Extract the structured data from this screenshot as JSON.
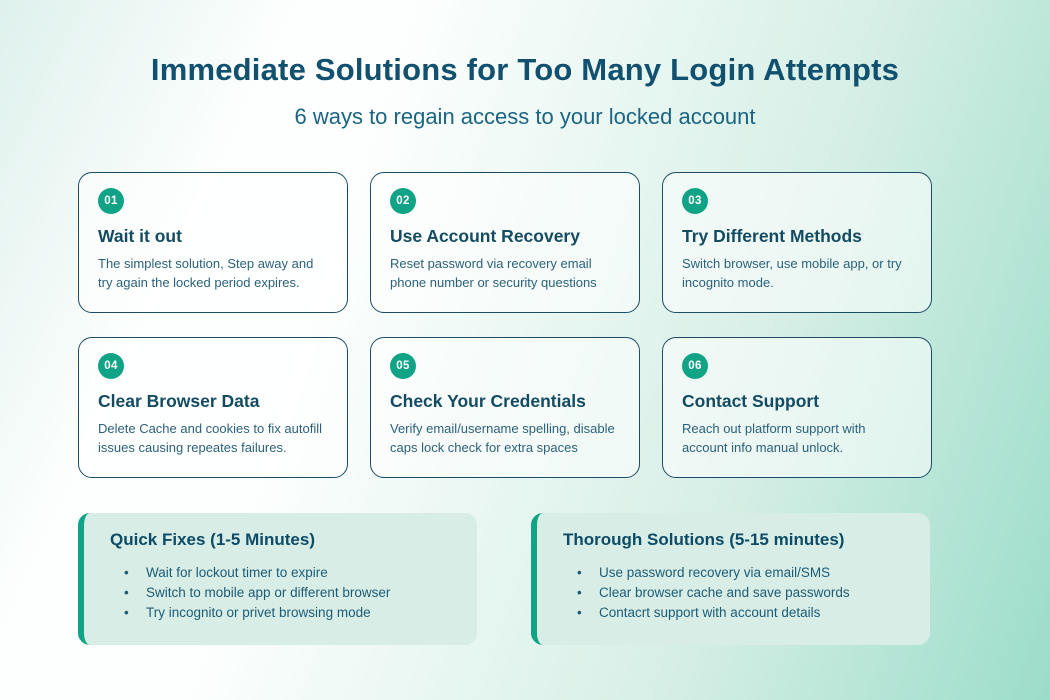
{
  "header": {
    "title": "Immediate Solutions for Too Many Login Attempts",
    "subtitle": "6 ways to regain access to your locked account"
  },
  "colors": {
    "title": "#11506e",
    "subtitle": "#1a6583",
    "badge": "#10a385",
    "card_border": "#1d4d66",
    "card_title": "#134b63",
    "card_text": "#2b617c",
    "panel_bg": "#d7ede5",
    "panel_accent": "#10a385",
    "panel_title": "#0d4b66",
    "panel_text": "#1d5c77",
    "background_mint": "#96dbc6"
  },
  "cards": [
    {
      "number": "01",
      "title": "Wait it out",
      "description": "The simplest solution, Step away and try again the locked period expires."
    },
    {
      "number": "02",
      "title": "Use Account Recovery",
      "description": "Reset password via recovery email phone number or security questions"
    },
    {
      "number": "03",
      "title": "Try Different Methods",
      "description": "Switch browser, use mobile app, or try incognito mode."
    },
    {
      "number": "04",
      "title": "Clear Browser Data",
      "description": "Delete Cache and cookies to fix autofill issues causing repeates failures."
    },
    {
      "number": "05",
      "title": "Check Your Credentials",
      "description": "Verify email/username spelling, disable caps lock check for extra spaces"
    },
    {
      "number": "06",
      "title": "Contact Support",
      "description": "Reach out platform support with account info manual unlock."
    }
  ],
  "panels": [
    {
      "title": "Quick Fixes (1-5 Minutes)",
      "items": [
        "Wait for lockout timer to expire",
        "Switch to mobile app or different browser",
        "Try incognito or privet browsing mode"
      ]
    },
    {
      "title": "Thorough Solutions (5-15 minutes)",
      "items": [
        "Use password recovery via email/SMS",
        "Clear browser cache and save passwords",
        "Contacrt support with account details"
      ]
    }
  ]
}
